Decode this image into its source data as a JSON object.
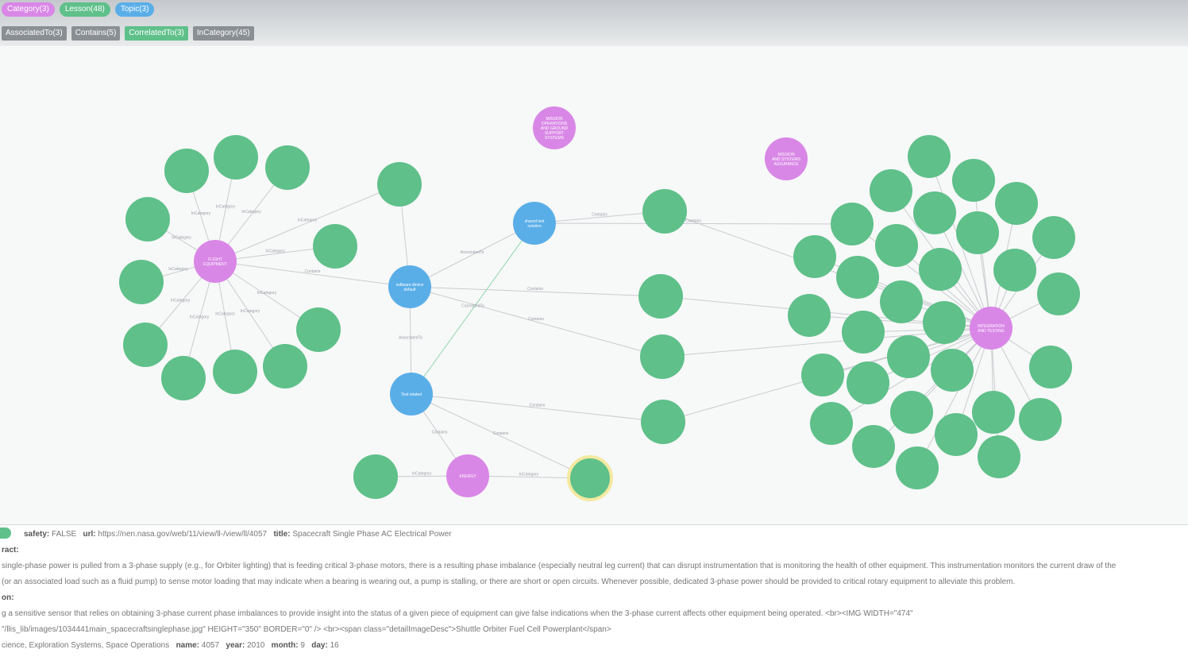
{
  "legend": {
    "labels": [
      {
        "text": "Category(3)",
        "color": "#d987e6"
      },
      {
        "text": "Lesson(48)",
        "color": "#5fc08a"
      },
      {
        "text": "Topic(3)",
        "color": "#5aaee8"
      }
    ],
    "relationships": [
      {
        "text": "AssociatedTo(3)",
        "active": false
      },
      {
        "text": "Contains(5)",
        "active": false
      },
      {
        "text": "CorrelatedTo(3)",
        "active": true
      },
      {
        "text": "InCategory(45)",
        "active": false
      }
    ]
  },
  "colors": {
    "category": "#d987e6",
    "lesson": "#5fc08a",
    "topic": "#5aaee8",
    "edge": "#c9cccf",
    "correlated_edge": "#8fd6ae",
    "selected_ring": "#f3e9a0"
  },
  "nodes": {
    "categories": [
      {
        "id": "flight",
        "lines": [
          "FLIGHT",
          "EQUIPMENT"
        ]
      },
      {
        "id": "mission_ops",
        "lines": [
          "MISSION",
          "OPERATIONS",
          "AND GROUND",
          "SUPPORT",
          "SYSTEMS"
        ]
      },
      {
        "id": "mission_sys",
        "lines": [
          "MISSION",
          "AND SYSTEMS",
          "ASSURANCE"
        ]
      },
      {
        "id": "energy",
        "lines": [
          "ENERGY"
        ]
      },
      {
        "id": "integration",
        "lines": [
          "INTEGRATION",
          "AND TESTING"
        ]
      }
    ],
    "topics": [
      {
        "id": "t1",
        "lines": [
          "shared test",
          "solution"
        ]
      },
      {
        "id": "t2",
        "lines": [
          "software device",
          "default"
        ]
      },
      {
        "id": "t3",
        "lines": [
          "Test related"
        ]
      }
    ]
  },
  "edge_labels": {
    "in_category": "InCategory",
    "contains": "Contains",
    "correlated": "CorrelatedTo",
    "associated": "AssociatedTo"
  },
  "details": {
    "badge": "",
    "safety_key": "safety:",
    "safety_value": "FALSE",
    "url_key": "url:",
    "url_value": "https://nen.nasa.gov/web/11/view/ll-/view/ll/4057",
    "title_key": "title:",
    "title_value": "Spacecraft Single Phase AC Electrical Power",
    "abstract_key": "ract:",
    "abstract_line1": "single-phase power is pulled from a 3-phase supply (e.g., for Orbiter lighting) that is feeding critical 3-phase motors, there is a resulting phase imbalance (especially neutral leg current) that can disrupt instrumentation that is monitoring the health of other equipment. This instrumentation monitors the current draw of the",
    "abstract_line2": "(or an associated load such as a fluid pump) to sense motor loading that may indicate when a bearing is wearing out, a pump is stalling, or there are short or open circuits. Whenever possible, dedicated 3-phase power should be provided to critical rotary equipment to alleviate this problem.",
    "lesson_key": "on:",
    "lesson_line1": "g a sensitive sensor that relies on obtaining 3-phase current phase imbalances to provide insight into the status of a given piece of equipment can give false indications when the 3-phase current affects other equipment being operated.  <br><IMG WIDTH=\"474\"",
    "lesson_line2": "\"/llis_lib/images/1034441main_spacecraftsinglephase.jpg\" HEIGHT=\"350\" BORDER=\"0\" /> <br><span class=\"detailImageDesc\">Shuttle Orbiter Fuel Cell Powerplant</span>",
    "footer_value": "cience, Exploration Systems, Space Operations",
    "name_key": "name:",
    "name_value": "4057",
    "year_key": "year:",
    "year_value": "2010",
    "month_key": "month:",
    "month_value": "9",
    "day_key": "day:",
    "day_value": "16"
  }
}
